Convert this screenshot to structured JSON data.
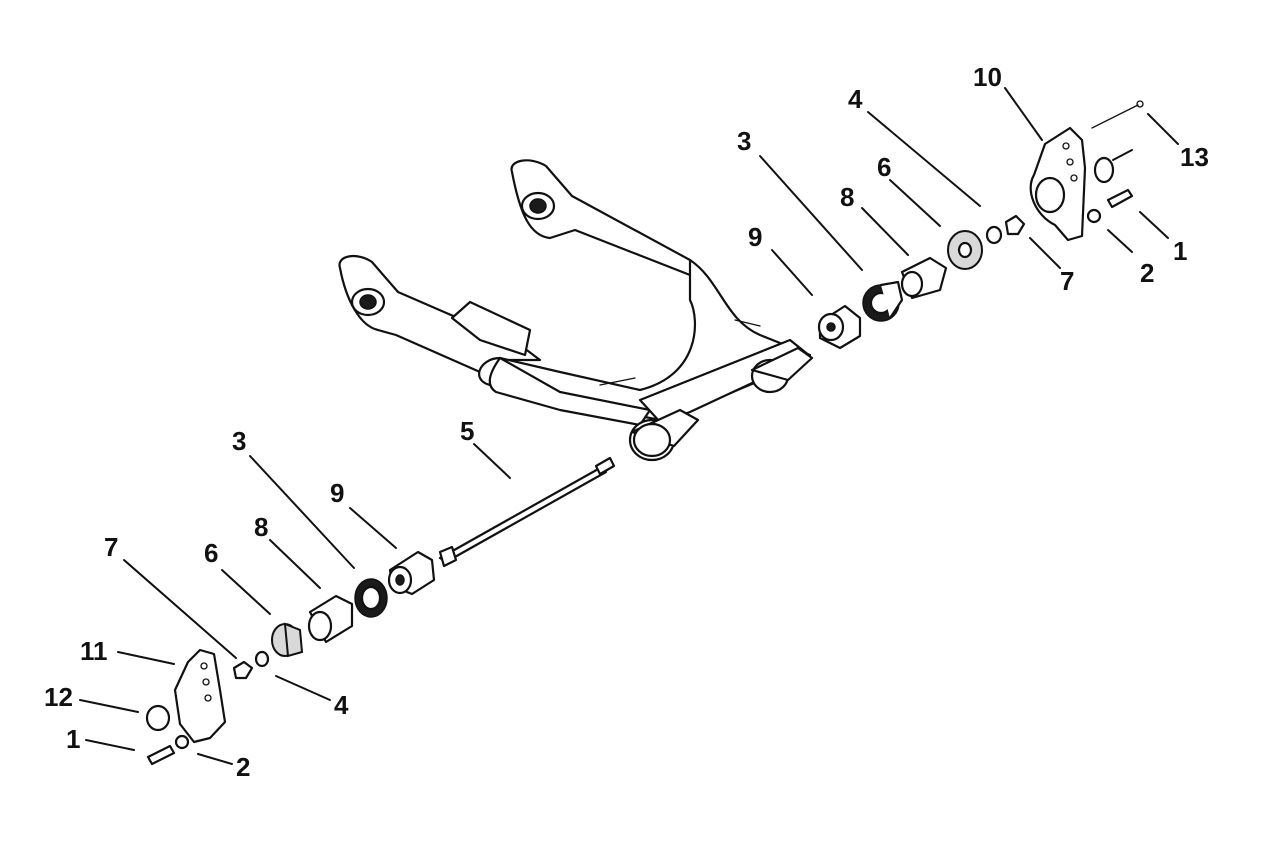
{
  "callouts": {
    "c10": "10",
    "c4_top": "4",
    "c13": "13",
    "c3_top": "3",
    "c6_top": "6",
    "c8_top": "8",
    "c9_top": "9",
    "c7_top": "7",
    "c2_top": "2",
    "c1_top": "1",
    "c5": "5",
    "c3_bottom": "3",
    "c9_bottom": "9",
    "c8_bottom": "8",
    "c6_bottom": "6",
    "c7_bottom": "7",
    "c11": "11",
    "c12": "12",
    "c1_bottom": "1",
    "c2_bottom": "2",
    "c4_bottom": "4"
  }
}
